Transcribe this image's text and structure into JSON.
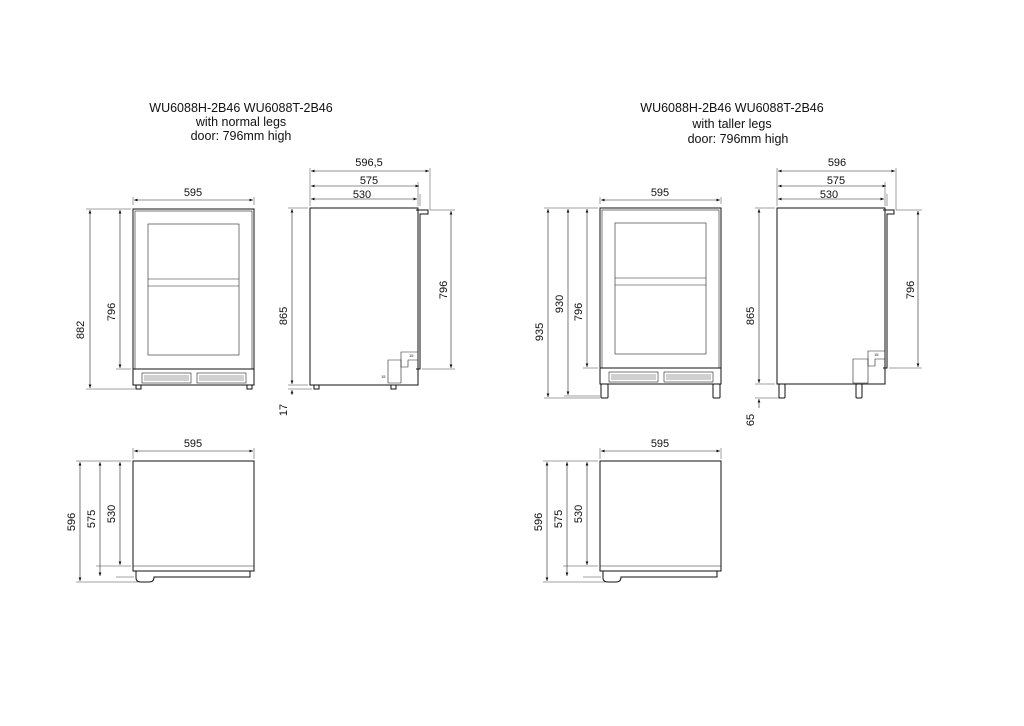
{
  "left": {
    "title_line1": "WU6088H-2B46 WU6088T-2B46",
    "title_line2": "with normal legs",
    "title_line3": "door: 796mm high",
    "front": {
      "width": "595",
      "height_total": "882",
      "height_door": "796"
    },
    "side": {
      "depth_total": "596,5",
      "depth_575": "575",
      "depth_530": "530",
      "height_body": "865",
      "height_legs": "17",
      "height_door": "796",
      "small_a": "15",
      "small_b": "15"
    },
    "top": {
      "width": "595",
      "depth_596": "596",
      "depth_575": "575",
      "depth_530": "530"
    }
  },
  "right": {
    "title_line1": "WU6088H-2B46  WU6088T-2B46",
    "title_line2": "with taller legs",
    "title_line3": "door: 796mm high",
    "front": {
      "width": "595",
      "height_total": "935",
      "height_body": "930",
      "height_door": "796"
    },
    "side": {
      "depth_total": "596",
      "depth_575": "575",
      "depth_530": "530",
      "height_body": "865",
      "height_legs": "65",
      "height_door": "796",
      "small_a": "15"
    },
    "top": {
      "width": "595",
      "depth_596": "596",
      "depth_575": "575",
      "depth_530": "530"
    }
  }
}
